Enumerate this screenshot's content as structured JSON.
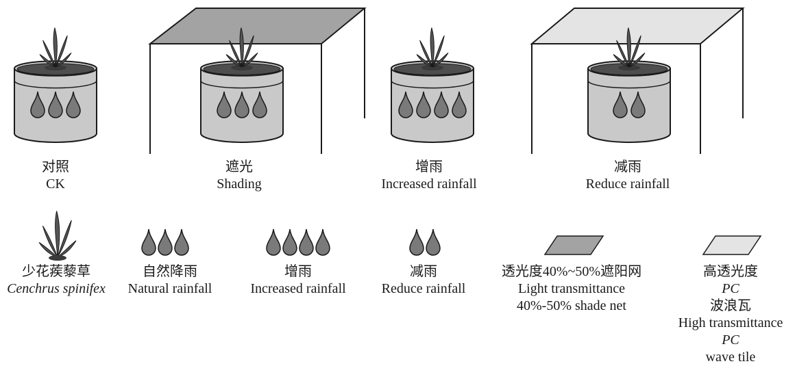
{
  "treatments": [
    {
      "zh": "对照",
      "en": "CK",
      "drops": 3
    },
    {
      "zh": "遮光",
      "en": "Shading",
      "drops": 3,
      "roof": "shade-net"
    },
    {
      "zh": "增雨",
      "en": "Increased rainfall",
      "drops": 4
    },
    {
      "zh": "减雨",
      "en": "Reduce rainfall",
      "drops": 2,
      "roof": "pc-wave-tile"
    }
  ],
  "legend": {
    "plant": {
      "zh": "少花蒺藜草",
      "en": "Cenchrus spinifex"
    },
    "natural_rain": {
      "zh": "自然降雨",
      "en": "Natural rainfall",
      "drops": 3
    },
    "increased_rain": {
      "zh": "增雨",
      "en": "Increased rainfall",
      "drops": 4
    },
    "reduced_rain": {
      "zh": "减雨",
      "en": "Reduce rainfall",
      "drops": 2
    },
    "shade_net": {
      "zh": "透光度40%~50%遮阳网",
      "en1": "Light transmittance",
      "en2": "40%-50% shade net"
    },
    "pc_tile": {
      "zh_pre": "高透光度",
      "zh_em": "PC",
      "zh_post": "波浪瓦",
      "en_pre": "High transmittance ",
      "en_em": "PC",
      "en2": "wave tile"
    }
  },
  "colors": {
    "outline": "#1a1a1a",
    "pot": "#c9c9c9",
    "soil": "#4e4e4e",
    "drop": "#7a7a7a",
    "plant": "#565656",
    "shade_net": "#a3a3a3",
    "pc_tile": "#e4e4e4"
  }
}
